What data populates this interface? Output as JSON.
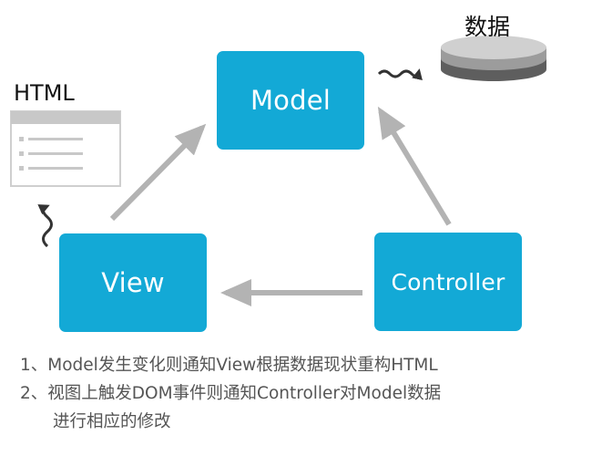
{
  "diagram": {
    "boxes": {
      "model": "Model",
      "view": "View",
      "controller": "Controller"
    },
    "labels": {
      "html": "HTML",
      "data": "数据"
    },
    "notes": [
      "1、Model发生变化则通知View根据数据现状重构HTML",
      "2、视图上触发DOM事件则通知Controller对Model数据",
      "进行相应的修改"
    ],
    "colors": {
      "box": "#13a9d6",
      "arrow": "#b3b3b3",
      "text": "#555555"
    }
  }
}
